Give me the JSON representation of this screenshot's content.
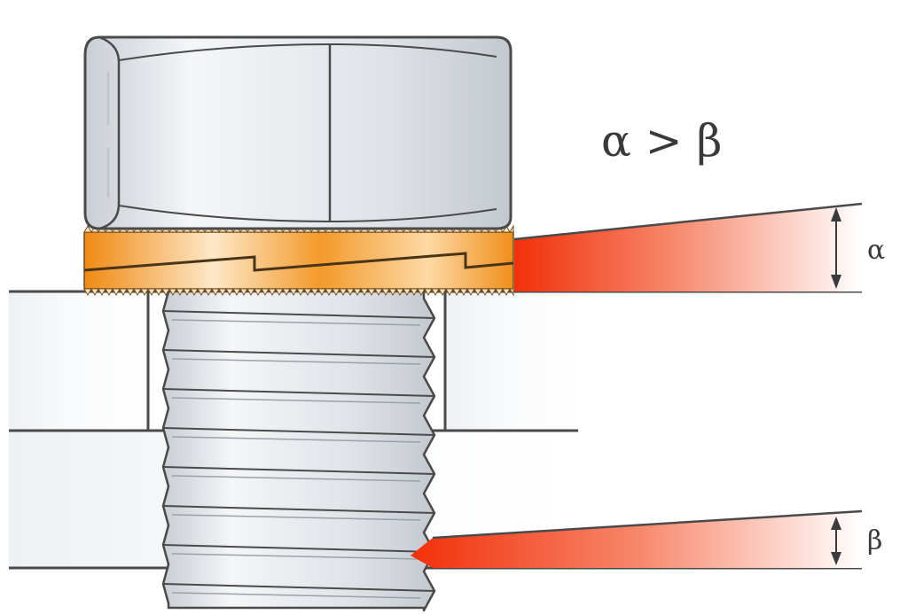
{
  "diagram": {
    "headline": "α > β",
    "labels": {
      "alpha": "α",
      "beta": "β"
    },
    "colors": {
      "wedge_red": "#f2300a",
      "washer_orange": "#f29020",
      "washer_light": "#fbe6c6",
      "steel_light": "#f1f3f6",
      "steel_shade": "#c5cad1",
      "outline": "#4a4a4a"
    },
    "parts": [
      "hex-bolt-head",
      "wedge-lock-washer-pair",
      "threaded-shank",
      "clamped-plates"
    ]
  }
}
